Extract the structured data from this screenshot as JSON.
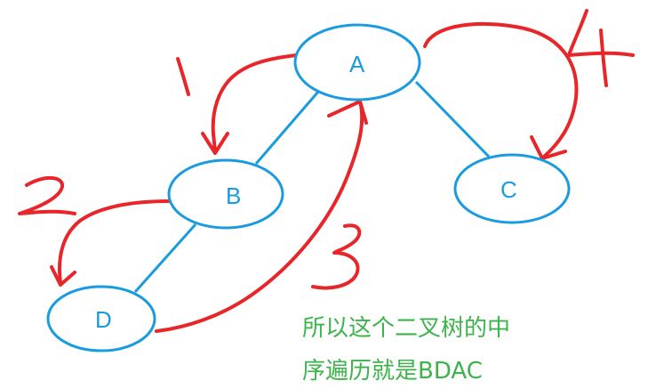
{
  "colors": {
    "node_stroke": "#1a9be0",
    "edge": "#1a9be0",
    "traversal_arrow": "#e8262a",
    "conclusion_text": "#3cb44b"
  },
  "tree": {
    "nodes": [
      {
        "id": "A",
        "label": "A"
      },
      {
        "id": "B",
        "label": "B"
      },
      {
        "id": "C",
        "label": "C"
      },
      {
        "id": "D",
        "label": "D"
      }
    ],
    "edges": [
      {
        "from": "A",
        "to": "B"
      },
      {
        "from": "A",
        "to": "C"
      },
      {
        "from": "B",
        "to": "D"
      }
    ]
  },
  "traversal_steps": [
    {
      "number": "1",
      "from": "A",
      "to": "B"
    },
    {
      "number": "2",
      "from": "B",
      "to": "D"
    },
    {
      "number": "3",
      "from": "D",
      "to": "A"
    },
    {
      "number": "4",
      "from": "A",
      "to": "C"
    }
  ],
  "conclusion": {
    "line1": "所以这个二叉树的中",
    "line2": "序遍历就是BDAC"
  }
}
